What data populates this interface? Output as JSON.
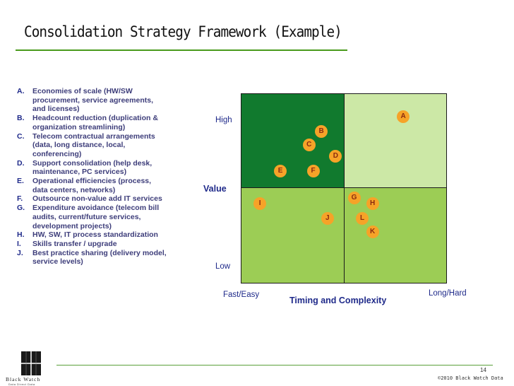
{
  "title": "Consolidation Strategy Framework (Example)",
  "items": [
    {
      "letter": "A.",
      "text": "Economies of scale (HW/SW procurement, service agreements, and licenses)"
    },
    {
      "letter": "B.",
      "text": "Headcount reduction (duplication & organization streamlining)"
    },
    {
      "letter": "C.",
      "text": "Telecom contractual arrangements (data, long distance, local, conferencing)"
    },
    {
      "letter": "D.",
      "text": "Support consolidation (help desk, maintenance, PC services)"
    },
    {
      "letter": "E.",
      "text": "Operational efficiencies (process, data centers, networks)"
    },
    {
      "letter": "F.",
      "text": "Outsource non-value add IT services"
    },
    {
      "letter": "G.",
      "text": "Expenditure avoidance (telecom bill audits, current/future services, development projects)"
    },
    {
      "letter": "H.",
      "text": "HW, SW, IT process standardization"
    },
    {
      "letter": "I.",
      "text": "Skills transfer / upgrade"
    },
    {
      "letter": "J.",
      "text": "Best practice sharing (delivery model, service levels)"
    }
  ],
  "matrix": {
    "y_high": "High",
    "y_low": "Low",
    "y_title": "Value",
    "x_left": "Fast/Easy",
    "x_right": "Long/Hard",
    "x_title": "Timing and Complexity",
    "quadrant_colors": {
      "top_left": "#117a2e",
      "top_right": "#cce8a6",
      "bottom_left": "#9ccd55",
      "bottom_right": "#9ccd55"
    },
    "marker_color": "#f6a328",
    "points": [
      {
        "label": "A",
        "timing": 0.79,
        "value": 0.88
      },
      {
        "label": "B",
        "timing": 0.39,
        "value": 0.8
      },
      {
        "label": "C",
        "timing": 0.33,
        "value": 0.73
      },
      {
        "label": "D",
        "timing": 0.46,
        "value": 0.67
      },
      {
        "label": "E",
        "timing": 0.19,
        "value": 0.59
      },
      {
        "label": "F",
        "timing": 0.35,
        "value": 0.59
      },
      {
        "label": "G",
        "timing": 0.55,
        "value": 0.45
      },
      {
        "label": "H",
        "timing": 0.64,
        "value": 0.42
      },
      {
        "label": "I",
        "timing": 0.09,
        "value": 0.42
      },
      {
        "label": "J",
        "timing": 0.42,
        "value": 0.34
      },
      {
        "label": "K",
        "timing": 0.64,
        "value": 0.27
      },
      {
        "label": "L",
        "timing": 0.59,
        "value": 0.34
      }
    ]
  },
  "footer": {
    "page": "14",
    "copyright": "©2010 Black Watch Data",
    "logo_name": "Black Watch",
    "logo_tag": "Data Direct Data"
  }
}
